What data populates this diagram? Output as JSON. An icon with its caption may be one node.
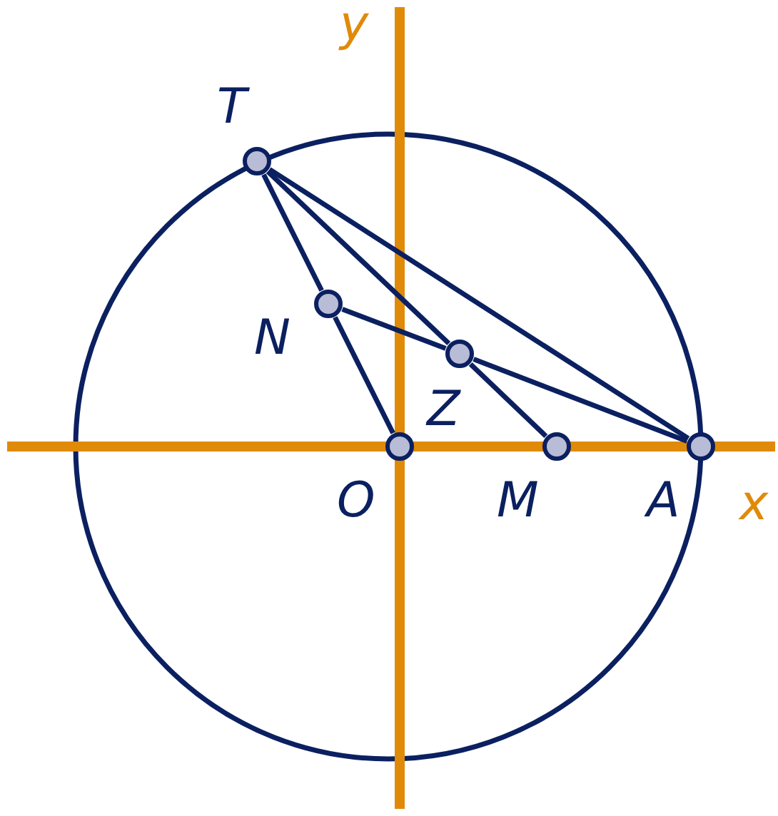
{
  "diagram": {
    "nodes": [
      {
        "text": [],
        "shape": "circle",
        "beside": [
          "T"
        ]
      },
      {
        "text": [],
        "shape": "circle",
        "beside": [
          "N"
        ]
      },
      {
        "text": [],
        "shape": "circle",
        "beside": [
          "Z"
        ]
      },
      {
        "text": [],
        "shape": "circle",
        "beside": [
          "O"
        ]
      },
      {
        "text": [],
        "shape": "circle",
        "beside": [
          "M"
        ]
      },
      {
        "text": [],
        "shape": "circle",
        "beside": [
          "A"
        ]
      }
    ],
    "edges": [
      {
        "from": 0,
        "to": 1,
        "arrow": "none"
      },
      {
        "from": 1,
        "to": 3,
        "arrow": "none"
      },
      {
        "from": 0,
        "to": 2,
        "arrow": "none"
      },
      {
        "from": 2,
        "to": 4,
        "arrow": "none"
      },
      {
        "from": 1,
        "to": 2,
        "arrow": "none"
      },
      {
        "from": 2,
        "to": 5,
        "arrow": "none"
      },
      {
        "from": 0,
        "to": 5,
        "arrow": "none"
      }
    ],
    "labels": [
      "y",
      "x"
    ]
  }
}
